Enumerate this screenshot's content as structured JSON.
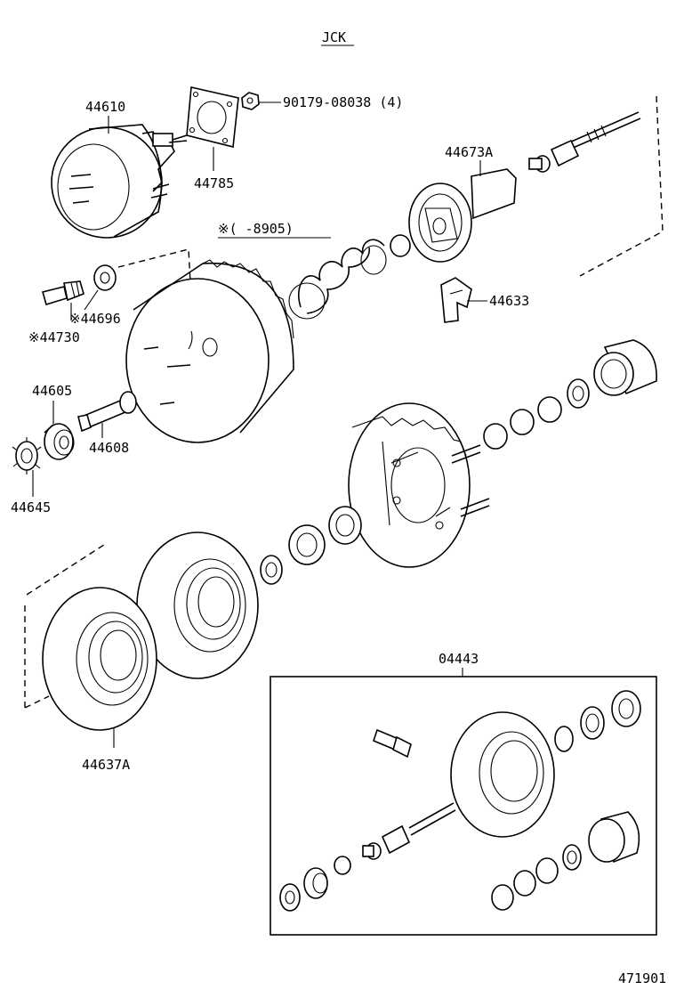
{
  "header": {
    "code": "JCK"
  },
  "labels": {
    "p44610": "44610",
    "p90179": "90179-08038 (4)",
    "p44785": "44785",
    "p44673a": "44673A",
    "note_8905": "※(      -8905)",
    "p44633": "44633",
    "p44696": "※44696",
    "p44730": "※44730",
    "p44605": "44605",
    "p44608": "44608",
    "p44645": "44645",
    "p44637a": "44637A",
    "p04443": "04443"
  },
  "footer": {
    "figure_number": "471901"
  }
}
